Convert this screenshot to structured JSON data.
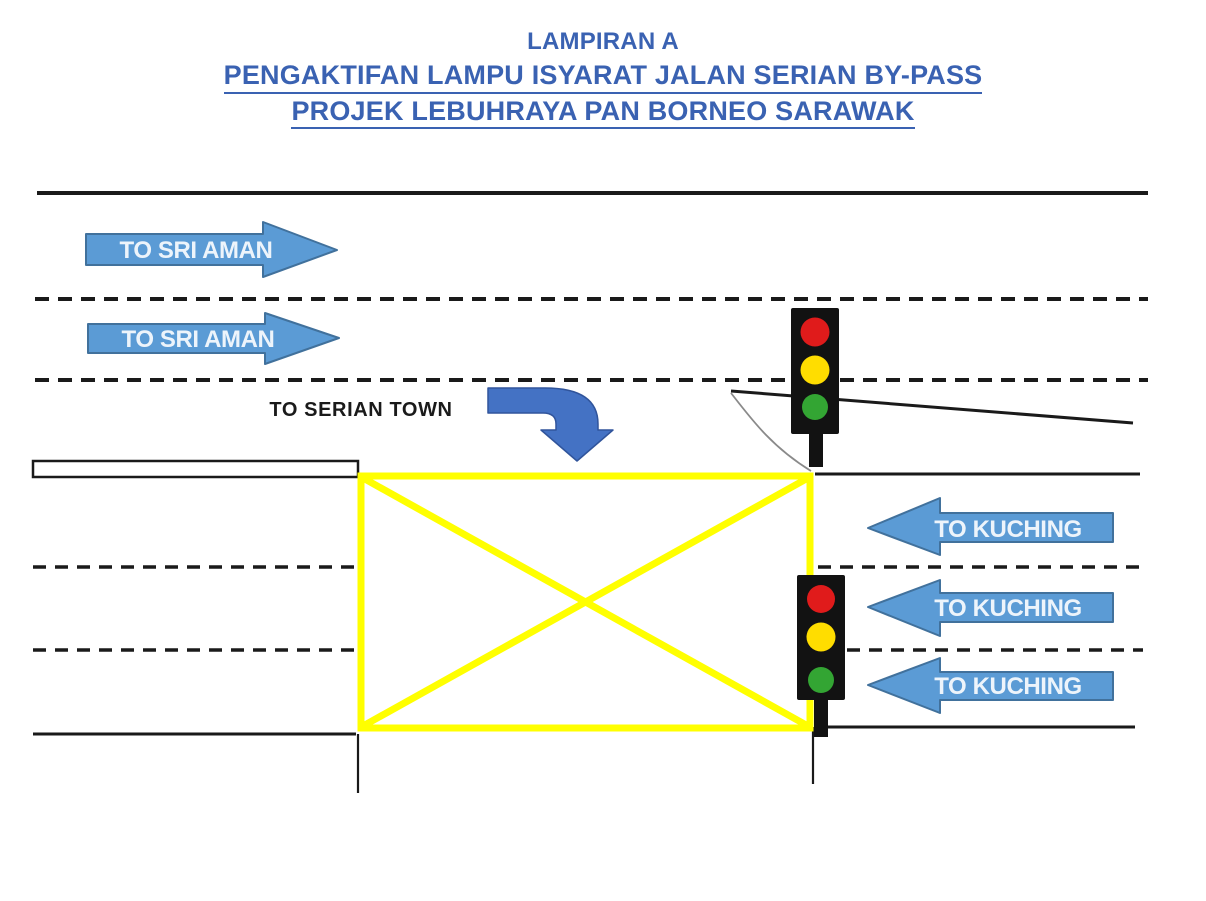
{
  "title": {
    "line1": "LAMPIRAN A",
    "line2": "PENGAKTIFAN LAMPU ISYARAT JALAN SERIAN BY-PASS",
    "line3": "PROJEK LEBUHRAYA PAN BORNEO SARAWAK"
  },
  "direction_labels": {
    "sri_aman_lane1": "TO SRI AMAN",
    "sri_aman_lane2": "TO SRI AMAN",
    "serian_town": "TO SERIAN TOWN",
    "kuching_lane1": "TO KUCHING",
    "kuching_lane2": "TO KUCHING",
    "kuching_lane3": "TO KUCHING"
  },
  "traffic_lights": {
    "north_signal_lights": [
      "red",
      "yellow",
      "green"
    ],
    "south_signal_lights": [
      "red",
      "yellow",
      "green"
    ]
  },
  "colors": {
    "title_blue": "#3A62B2",
    "arrow_fill": "#5B9BD5",
    "arrow_stroke": "#41719C",
    "arrow_text": "#EDF4FB",
    "bent_arrow_fill": "#4472C4",
    "bent_arrow_stroke": "#30549B",
    "signal_red": "#E01B1B",
    "signal_yellow": "#FFDD00",
    "signal_green": "#33A533",
    "signal_housing": "#121212",
    "box_junction_yellow": "#FFFF00",
    "road_line": "#1A1A1A",
    "merge_curve_gray": "#8A8A8A"
  }
}
